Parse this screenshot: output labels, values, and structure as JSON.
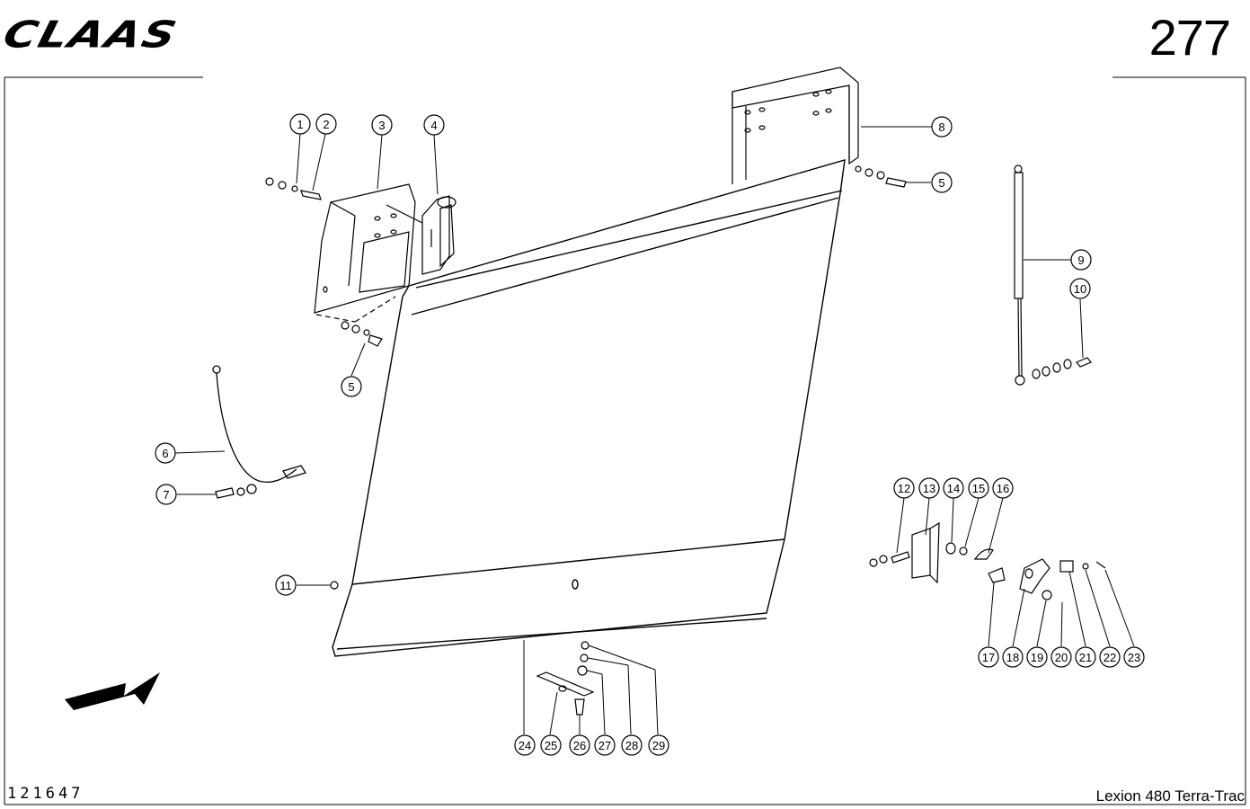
{
  "header": {
    "brand": "CLAAS",
    "page_number": "277"
  },
  "footer": {
    "document_number": "121647",
    "model": "Lexion 480 Terra-Trac"
  },
  "callouts": [
    "1",
    "2",
    "3",
    "4",
    "5",
    "5",
    "6",
    "7",
    "8",
    "9",
    "10",
    "11",
    "12",
    "13",
    "14",
    "15",
    "16",
    "17",
    "18",
    "19",
    "20",
    "21",
    "22",
    "23",
    "24",
    "25",
    "26",
    "27",
    "28",
    "29"
  ]
}
